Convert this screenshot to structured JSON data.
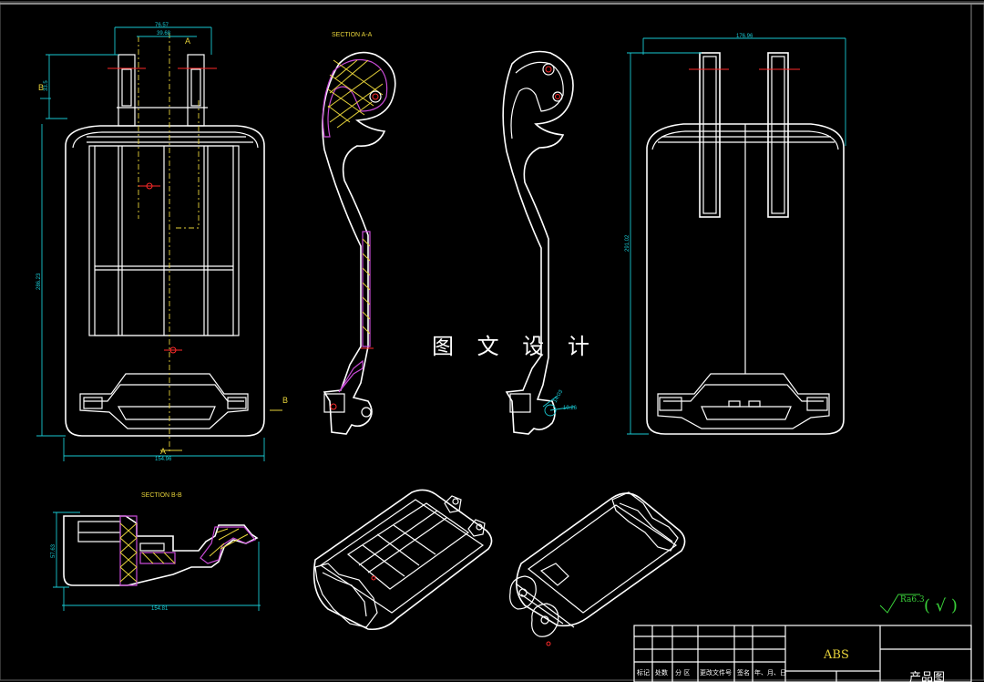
{
  "dimensions": {
    "top_width_1": "76.57",
    "top_width_2": "39.68",
    "left_height": "286.23",
    "bottom_width": "154.96",
    "right_width": "176.96",
    "right_height": "291.02",
    "section_bb_height": "57.63",
    "section_bb_width": "154.81",
    "small_side": "33.5",
    "sa_dim_1": "14.03",
    "sa_dim_2": "10.26"
  },
  "labels": {
    "section_aa": "SECTION A-A",
    "section_bb": "SECTION B-B",
    "cut_a_top": "A",
    "cut_a_bottom": "A",
    "cut_b_left": "B",
    "cut_b_right": "B"
  },
  "watermark": "图 文 设 计",
  "surface_roughness": "Ra6.3",
  "roughness_mark": "( √ )",
  "title_block": {
    "material": "ABS",
    "title": "产品图",
    "headers": [
      "标记",
      "处数",
      "分 区",
      "更改文件号",
      "签名",
      "年、月、日"
    ]
  },
  "colors": {
    "background": "#000000",
    "outline": "#ffffff",
    "dimension": "#19c8d2",
    "centerline": "#e6d23a",
    "hatch": "#c84bd6",
    "marker": "#ff2a2a"
  }
}
